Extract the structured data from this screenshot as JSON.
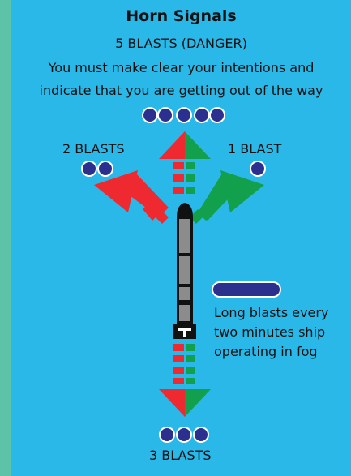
{
  "title": "Horn Signals",
  "danger": {
    "label": "5 BLASTS (DANGER)",
    "description_line1": "You must make clear your intentions and",
    "description_line2": "indicate that you are getting out of the way",
    "blasts": 5
  },
  "port": {
    "label": "2 BLASTS",
    "blasts": 2
  },
  "starboard": {
    "label": "1 BLAST",
    "blasts": 1
  },
  "astern": {
    "label": "3 BLASTS",
    "blasts": 3
  },
  "fog": {
    "line1": "Long blasts every",
    "line2": "two minutes ship",
    "line3": "operating in fog"
  },
  "colors": {
    "background": "#2ab8e8",
    "border": "#5cc3a8",
    "port_red": "#ee2a30",
    "starboard_green": "#12a04c",
    "dot_blue": "#2b2f8e",
    "ship_gray": "#8c8c8c"
  }
}
